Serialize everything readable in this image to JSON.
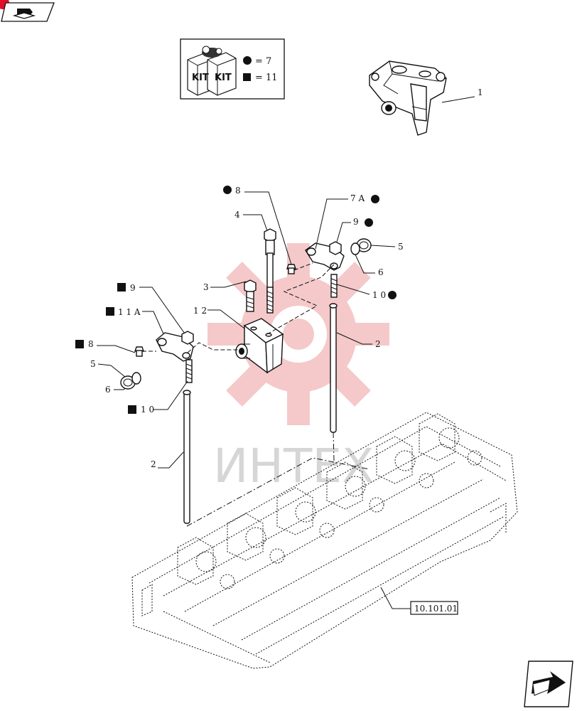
{
  "kit_legend": {
    "kit_label": "KIT",
    "circle_equals": "= 7",
    "square_equals": "= 11"
  },
  "watermark": "ИНТЕХ",
  "callouts": {
    "p1": "1",
    "p2_left": "2",
    "p2_right": "2",
    "p3": "3",
    "p4": "4",
    "p5_left": "5",
    "p5_right": "5",
    "p6_left": "6",
    "p6_right": "6",
    "p7a": "7 A",
    "p8_left": "8",
    "p8_top": "8",
    "p9_left": "9",
    "p9_right": "9",
    "p10_left": "1 0",
    "p10_right": "1 0",
    "p11a": "1 1 A",
    "p12": "1 2"
  },
  "reference_box": "10.101.01",
  "colors": {
    "line": "#111111",
    "watermark_gear": "#f4c4c4",
    "watermark_text": "#d6d6d6",
    "corner_badge": "#e0102a"
  },
  "icons": {
    "top_nav": "book-arrow-icon",
    "bottom_nav": "next-page-arrow-icon",
    "kit": "kit-boxes-icon"
  }
}
